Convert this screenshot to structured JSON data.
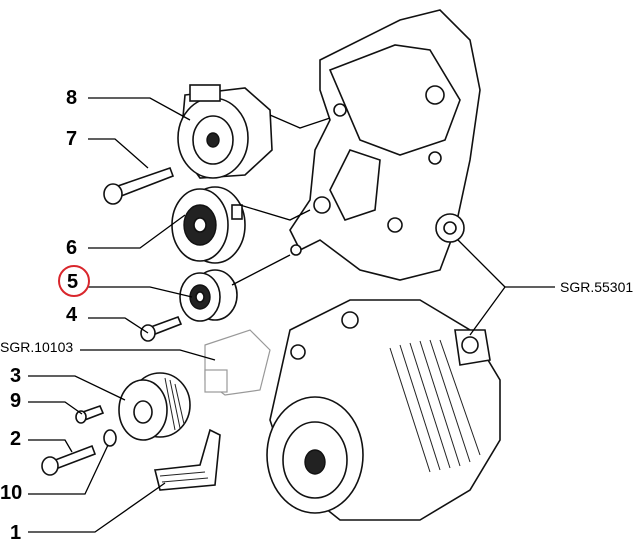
{
  "diagram": {
    "labels": {
      "p8": "8",
      "p7": "7",
      "p6": "6",
      "p5": "5",
      "p4": "4",
      "p3": "3",
      "p9": "9",
      "p2": "2",
      "p10": "10",
      "p1": "1",
      "ref_left": "SGR.10103",
      "ref_right": "SGR.55301"
    },
    "highlight": {
      "part": "5",
      "color": "#d9262c"
    }
  }
}
